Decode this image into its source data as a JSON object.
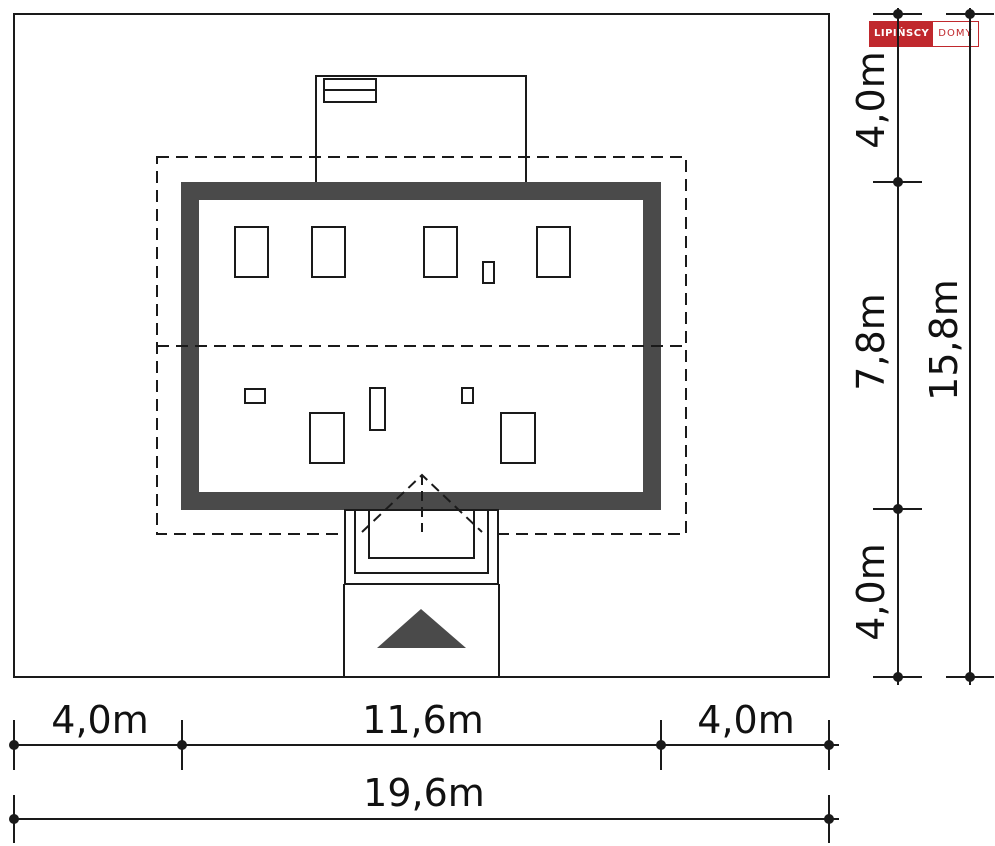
{
  "logo": {
    "brand_red": "LIPIŃSCY",
    "brand_white": "DOMY",
    "color": "#c0282d"
  },
  "dimensions": {
    "bottom_left": "4,0m",
    "bottom_middle": "11,6m",
    "bottom_right": "4,0m",
    "bottom_total": "19,6m",
    "right_top": "4,0m",
    "right_middle": "7,8m",
    "right_bottom": "4,0m",
    "right_total": "15,8m"
  },
  "colors": {
    "wall": "#4a4a4a",
    "line": "#1a1a1a",
    "arrow": "#4a4a4a"
  }
}
